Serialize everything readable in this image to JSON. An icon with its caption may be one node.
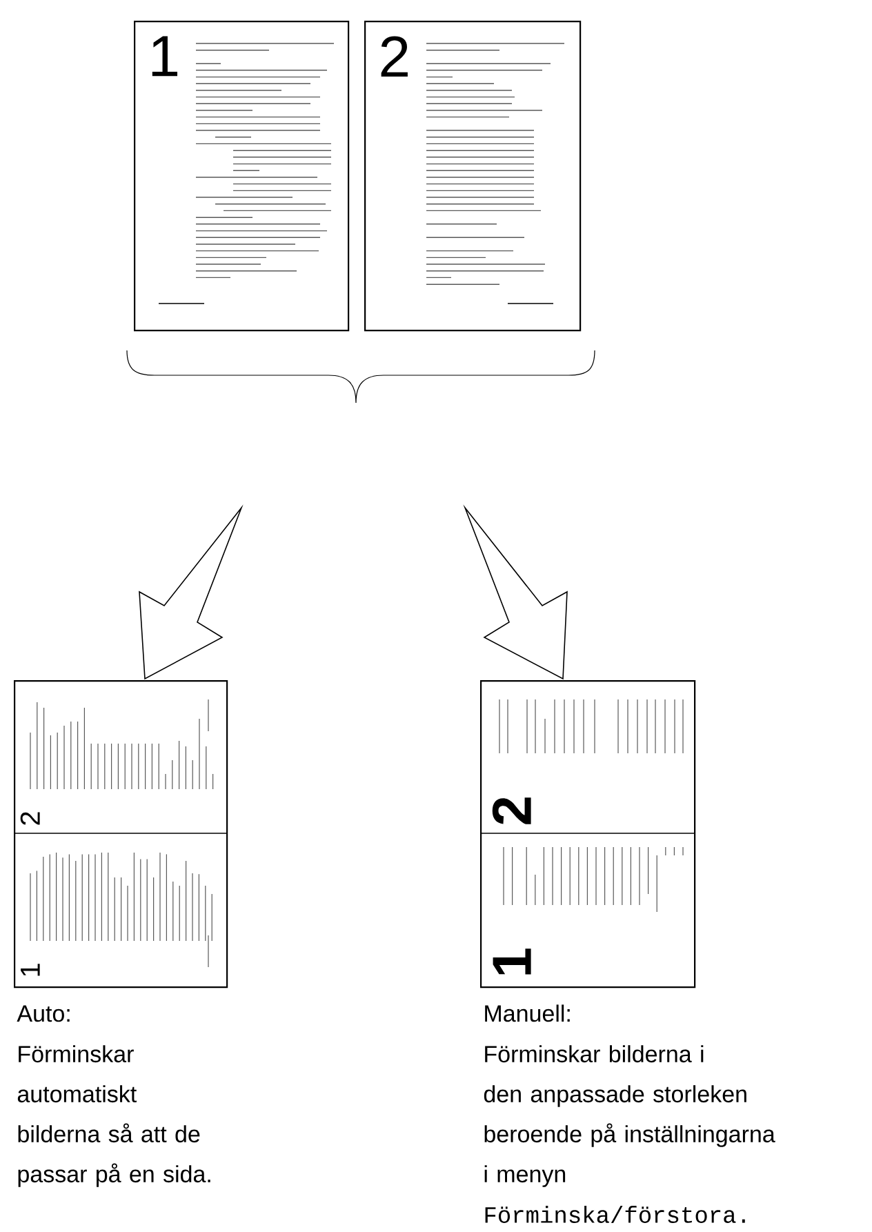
{
  "diagram": {
    "nodes": [
      {
        "text": [
          "1"
        ]
      },
      {
        "text": [
          "2"
        ]
      },
      {
        "text": [
          "2",
          "1"
        ],
        "beside": [
          "Auto:",
          "Förminskar automatiskt bilderna så att de passar på en sida."
        ]
      },
      {
        "text": [
          "2",
          "1"
        ],
        "beside": [
          "Manuell:",
          "Förminskar bilderna i den anpassade storleken beroende på inställningarna i menyn",
          "Förminska/förstora."
        ]
      }
    ],
    "edges": [
      {
        "from": null,
        "to": 2,
        "arrow": "to"
      },
      {
        "from": null,
        "to": 3,
        "arrow": "to"
      }
    ]
  }
}
